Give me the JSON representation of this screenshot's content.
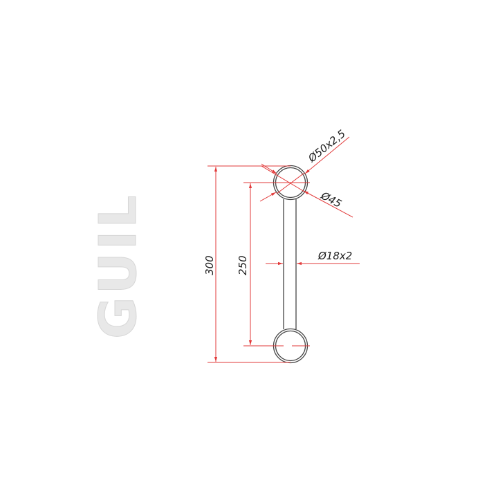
{
  "logo": {
    "text": "GUIL",
    "color": "#e6e6e6"
  },
  "colors": {
    "dimension": "#e23a3a",
    "outline": "#444444",
    "background": "#ffffff"
  },
  "dimensions": {
    "overall_height": "300",
    "center_distance": "250",
    "outer_tube": "Ø50x2,5",
    "inner_diameter": "Ø45",
    "connector_tube": "Ø18x2"
  }
}
